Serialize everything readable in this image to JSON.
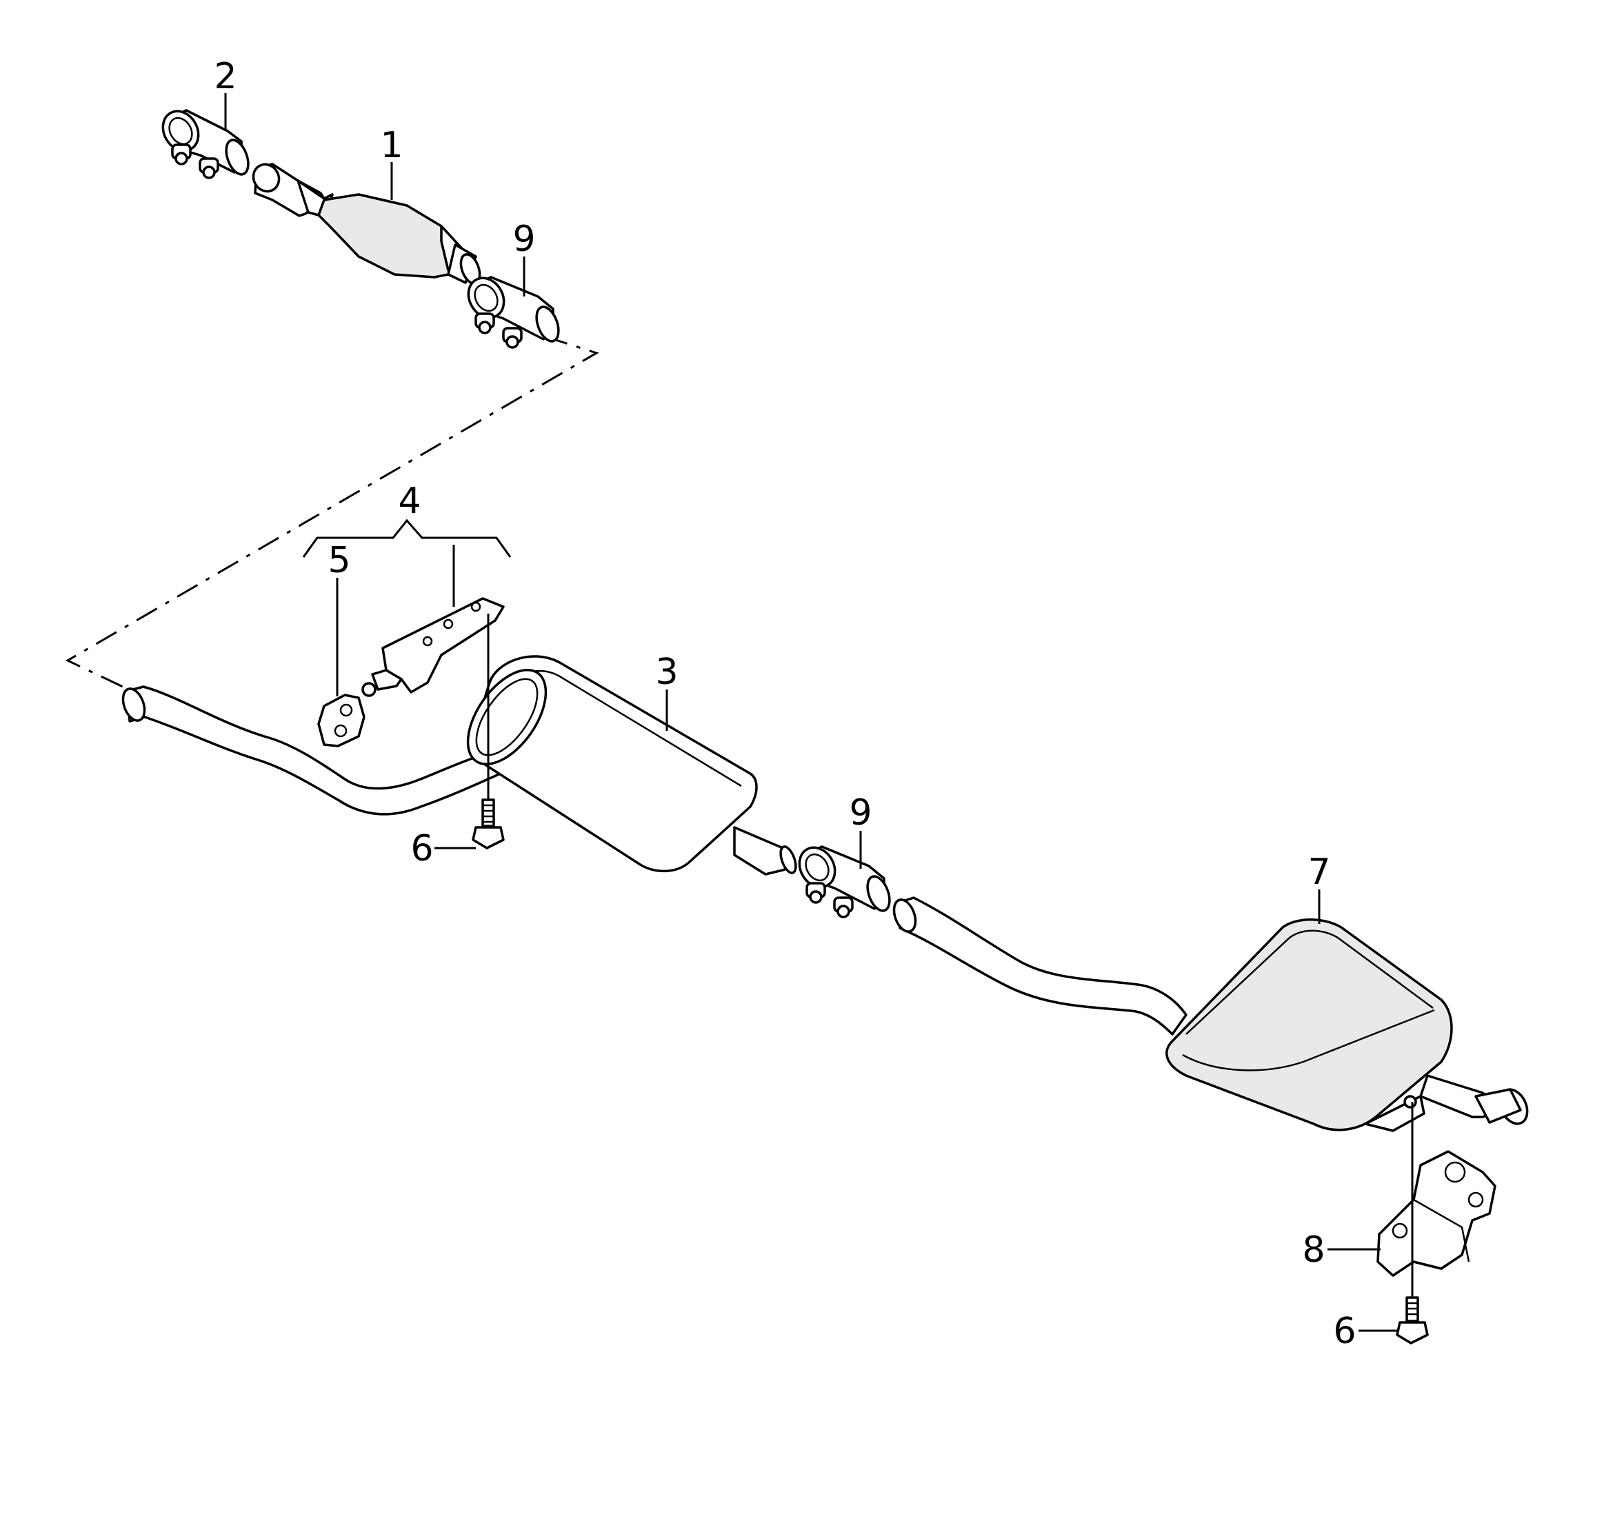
{
  "callouts": {
    "c1": "1",
    "c2": "2",
    "c3": "3",
    "c4": "4",
    "c5": "5",
    "c6a": "6",
    "c6b": "6",
    "c7": "7",
    "c8": "8",
    "c9a": "9",
    "c9b": "9"
  }
}
